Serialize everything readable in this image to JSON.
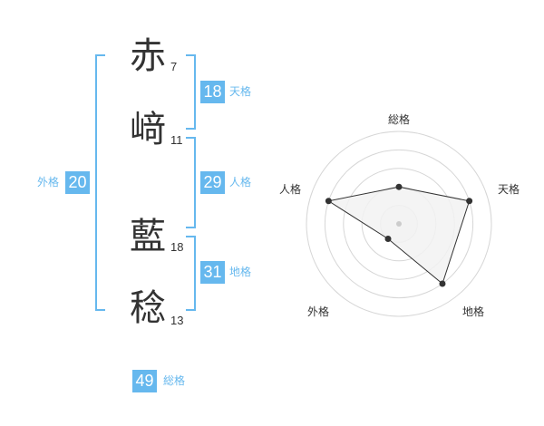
{
  "name": {
    "chars": [
      {
        "char": "赤",
        "strokes": "7"
      },
      {
        "char": "﨑",
        "strokes": "11"
      },
      {
        "char": "藍",
        "strokes": "18"
      },
      {
        "char": "稔",
        "strokes": "13"
      }
    ]
  },
  "fortunes": {
    "tenkaku": {
      "value": "18",
      "label": "天格"
    },
    "jinkaku": {
      "value": "29",
      "label": "人格"
    },
    "chikaku": {
      "value": "31",
      "label": "地格"
    },
    "gaikaku": {
      "value": "20",
      "label": "外格"
    },
    "soukaku": {
      "value": "49",
      "label": "総格"
    }
  },
  "chart_data": {
    "type": "radar",
    "axes": [
      "総格",
      "天格",
      "地格",
      "外格",
      "人格"
    ],
    "rings": 5,
    "values": [
      2,
      4,
      4,
      1,
      4
    ],
    "max": 5,
    "colors": {
      "fill": "#f2f2f2",
      "line": "#333333",
      "grid": "#d6d6d6",
      "center": "#cccccc"
    }
  }
}
